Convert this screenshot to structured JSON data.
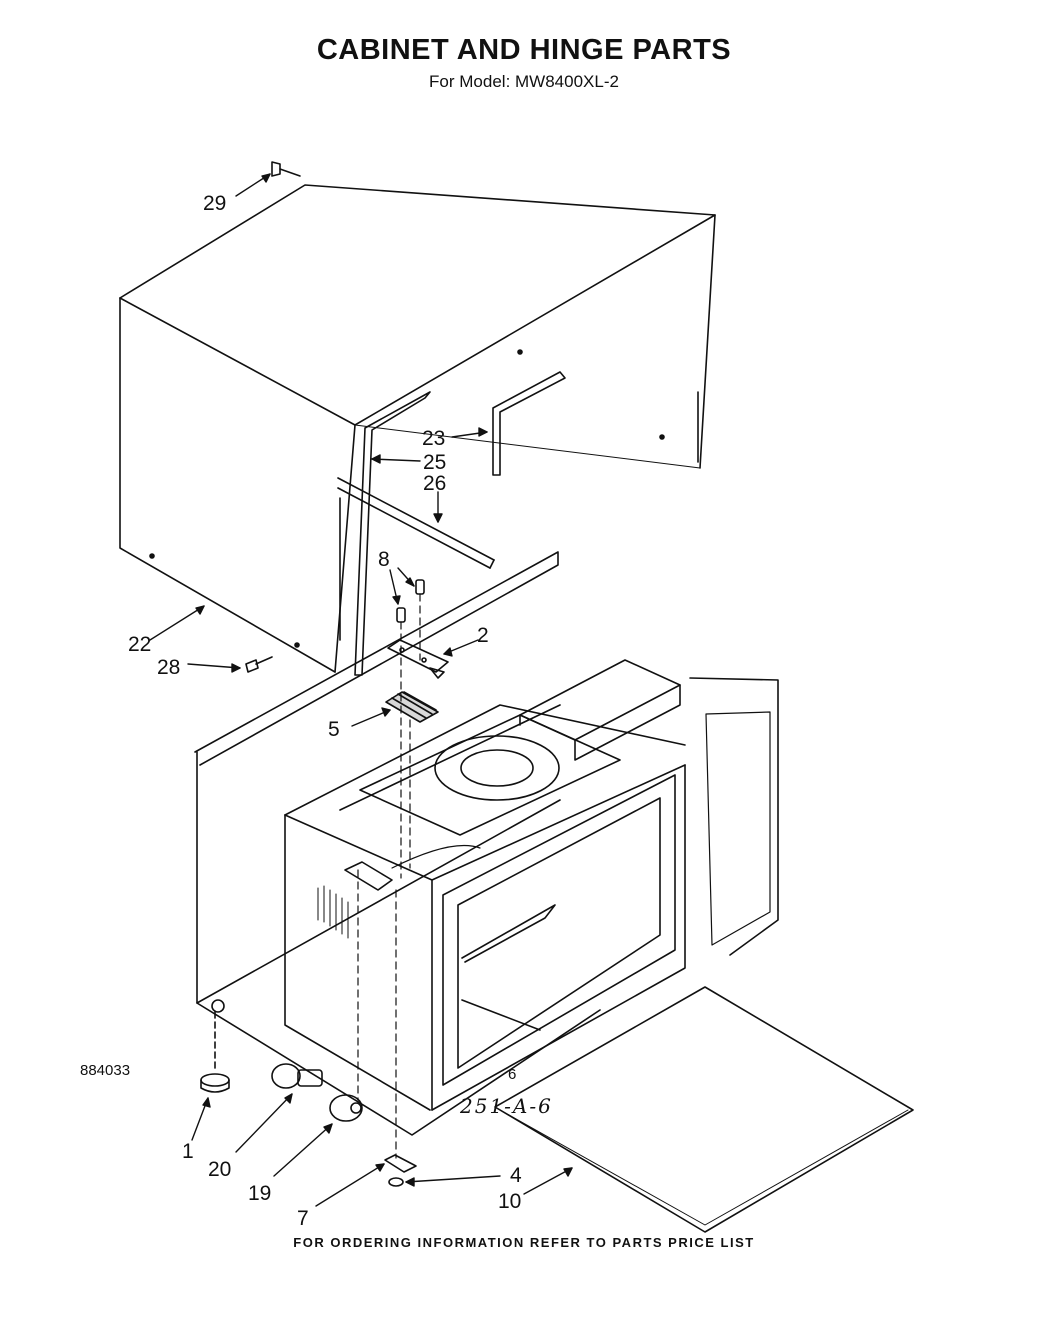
{
  "header": {
    "title": "CABINET AND HINGE PARTS",
    "subtitle": "For Model: MW8400XL-2"
  },
  "footer": {
    "note": "FOR ORDERING INFORMATION REFER TO PARTS PRICE LIST",
    "doc_number": "884033",
    "page_number": "6",
    "handwritten": "251-A-6"
  },
  "callouts": {
    "c29": "29",
    "c23": "23",
    "c25": "25",
    "c26": "26",
    "c8": "8",
    "c2": "2",
    "c22": "22",
    "c28": "28",
    "c5": "5",
    "c1": "1",
    "c20": "20",
    "c19": "19",
    "c7": "7",
    "c4": "4",
    "c10": "10"
  }
}
